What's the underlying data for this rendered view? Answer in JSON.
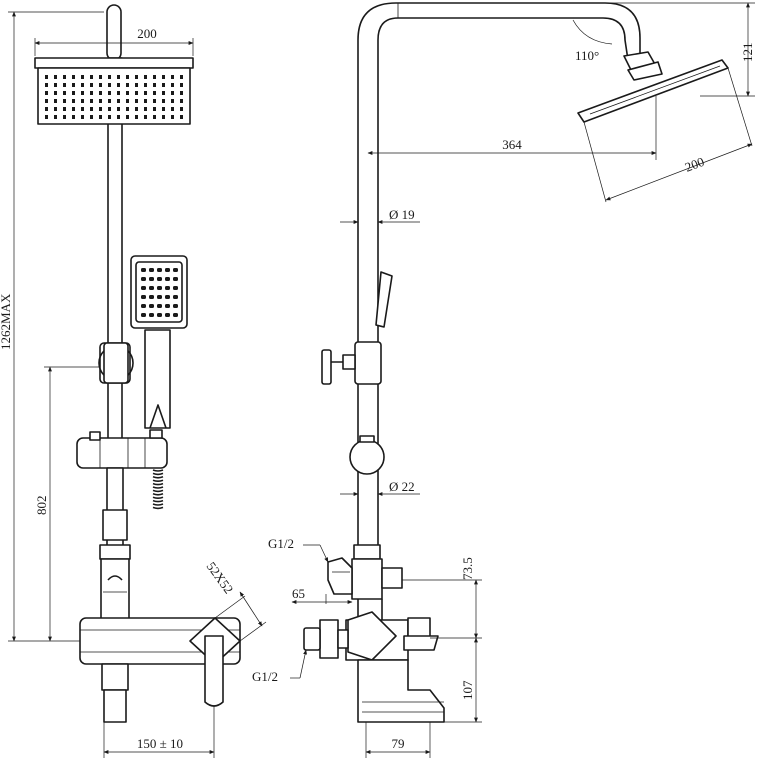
{
  "labels": {
    "head_width_front": "200",
    "total_height": "1262MAX",
    "bar_height": "802",
    "flange_size": "52X52",
    "mixer_spacing": "150 ± 10",
    "arm_height": "121",
    "arm_angle": "110°",
    "arm_reach": "364",
    "head_width_side": "200",
    "pipe_dia_upper": "Ø 19",
    "pipe_dia_lower": "Ø 22",
    "inlet_upper": "G1/2",
    "inlet_lower": "G1/2",
    "inlet_offset": "65",
    "outlet_height": "73.5",
    "spout_height": "107",
    "spout_reach": "79"
  }
}
